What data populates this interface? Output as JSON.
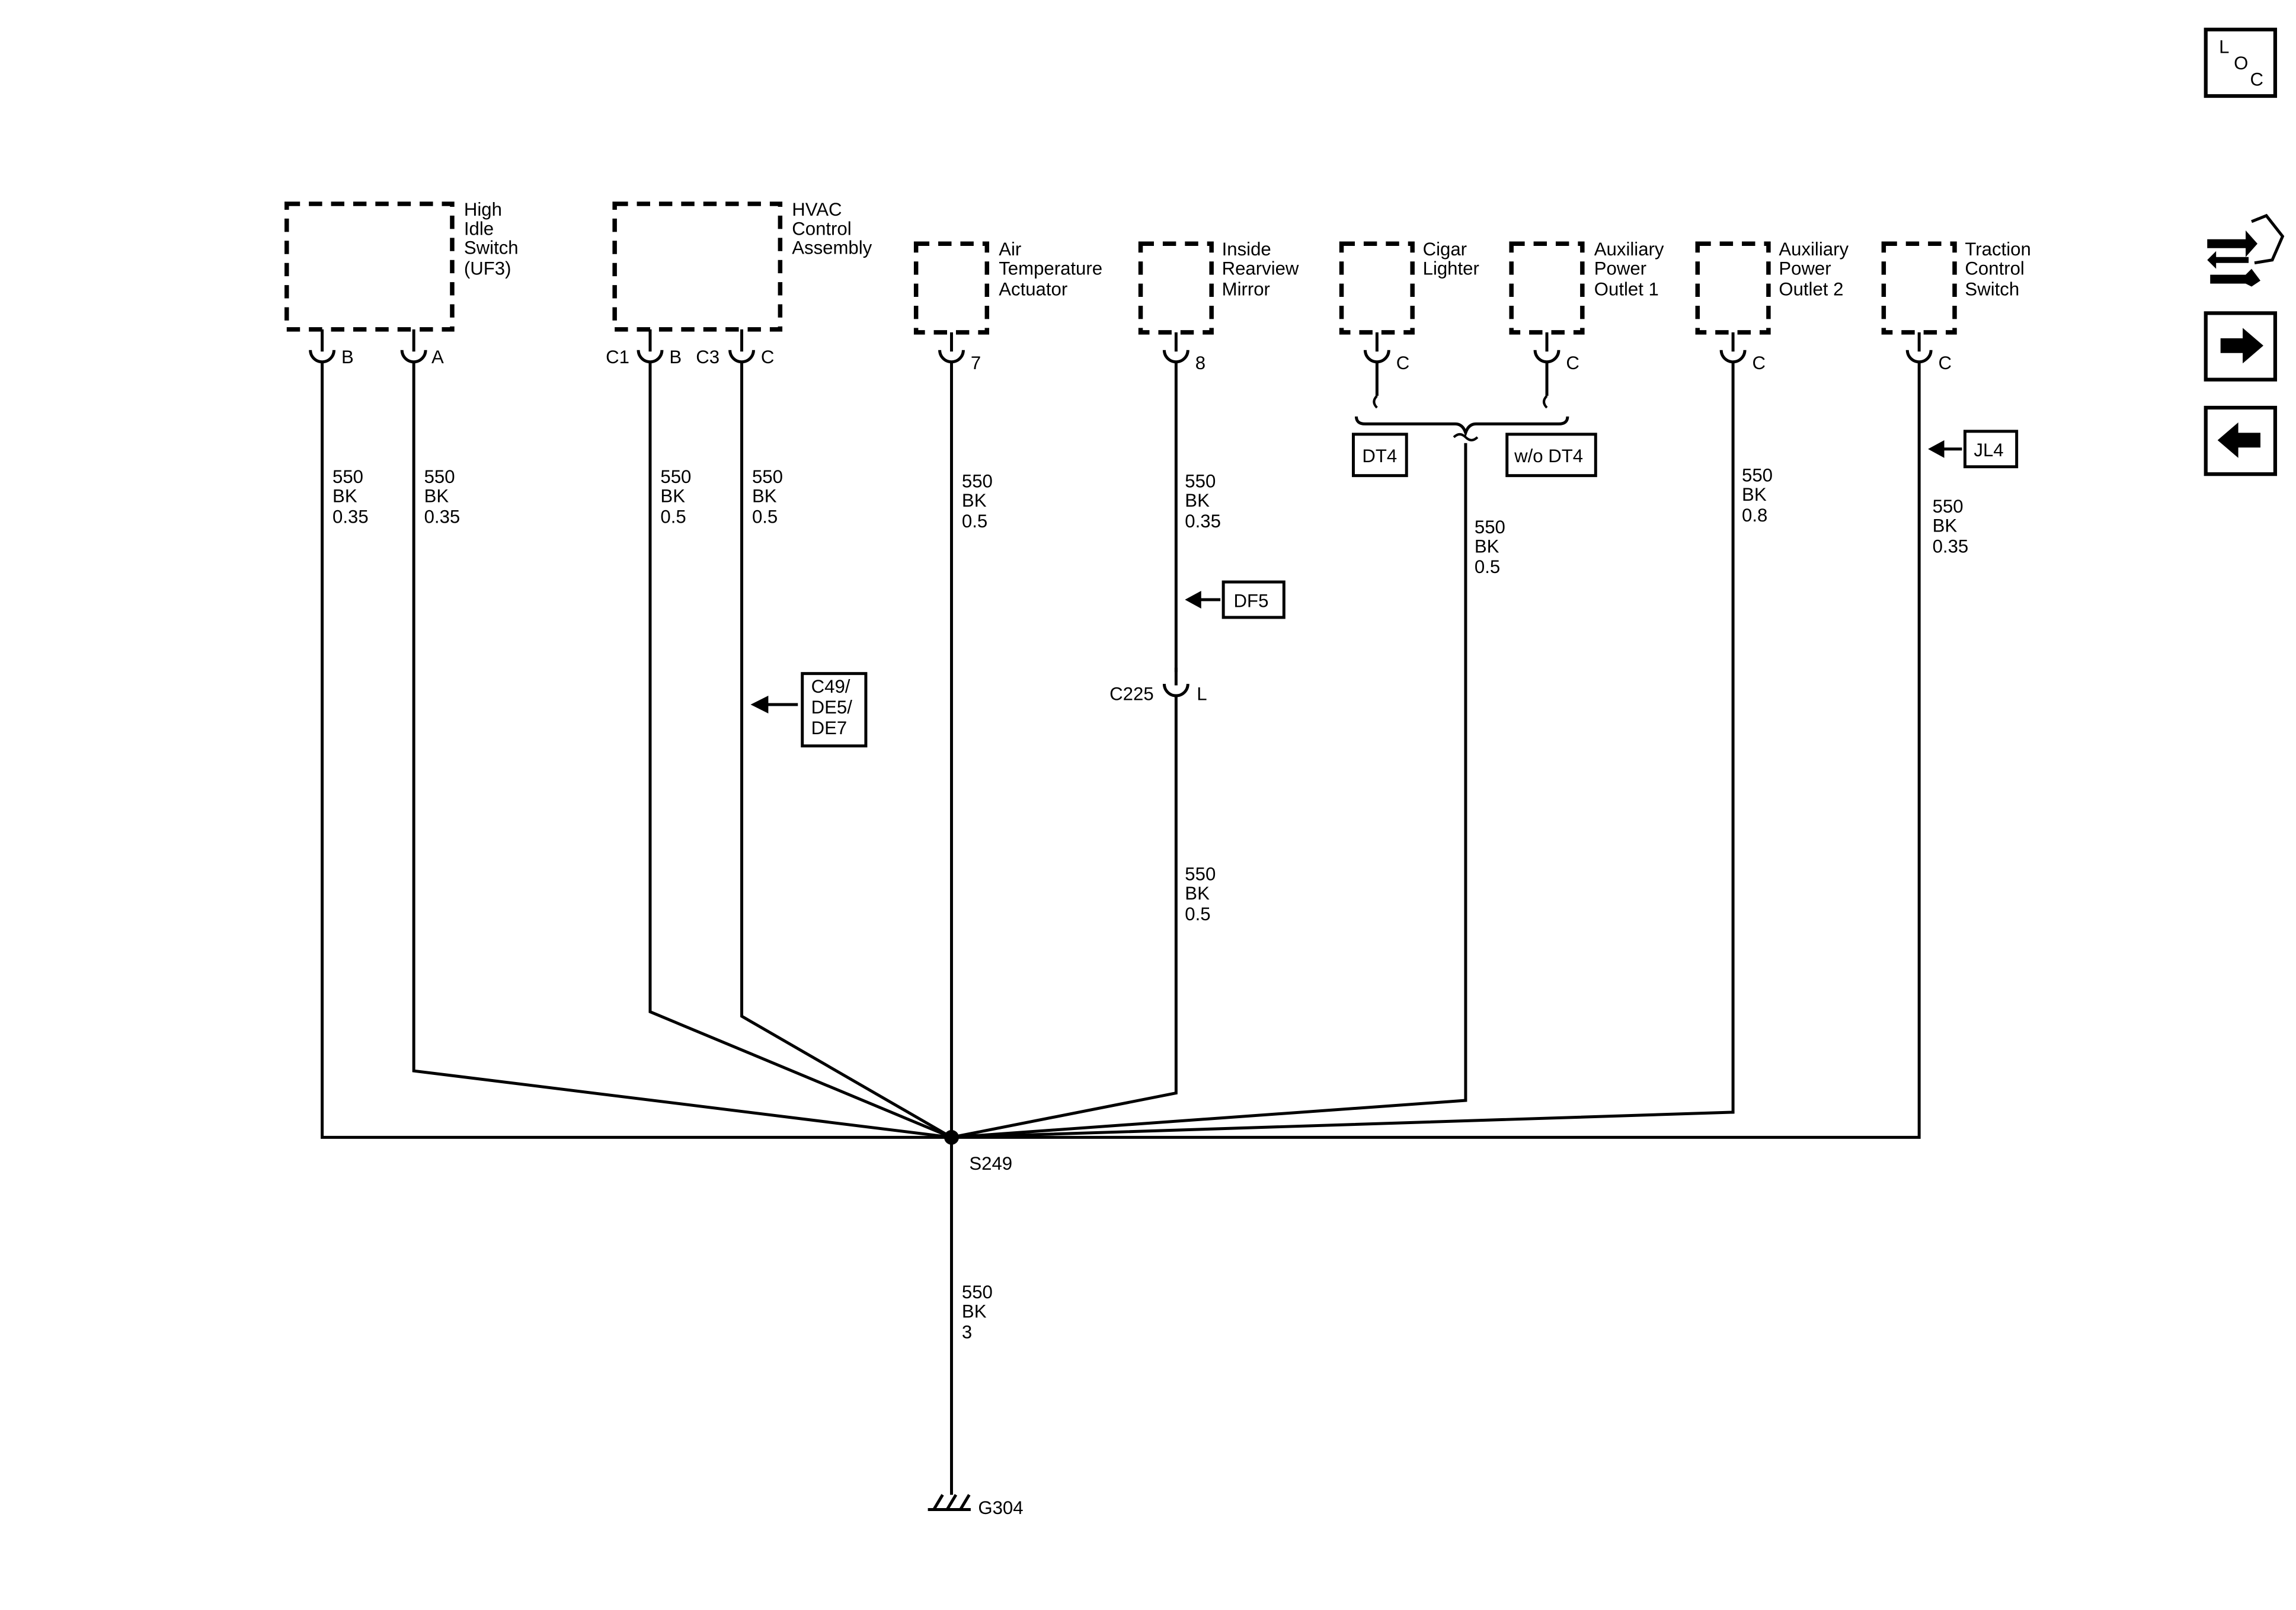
{
  "components": {
    "high_idle": [
      "High",
      "Idle",
      "Switch",
      "(UF3)"
    ],
    "hvac": [
      "HVAC",
      "Control",
      "Assembly"
    ],
    "air_temp": [
      "Air",
      "Temperature",
      "Actuator"
    ],
    "mirror": [
      "Inside",
      "Rearview",
      "Mirror"
    ],
    "cigar": [
      "Cigar",
      "Lighter"
    ],
    "aux1": [
      "Auxiliary",
      "Power",
      "Outlet 1"
    ],
    "aux2": [
      "Auxiliary",
      "Power",
      "Outlet 2"
    ],
    "traction": [
      "Traction",
      "Control",
      "Switch"
    ]
  },
  "pins": {
    "high_idle_b": "B",
    "high_idle_a": "A",
    "hvac_c1": "C1",
    "hvac_b": "B",
    "hvac_c3": "C3",
    "hvac_c": "C",
    "air_temp": "7",
    "mirror": "8",
    "cigar": "C",
    "aux1": "C",
    "aux2": "C",
    "traction": "C"
  },
  "wires": {
    "w1": [
      "550",
      "BK",
      "0.35"
    ],
    "w2": [
      "550",
      "BK",
      "0.35"
    ],
    "w3": [
      "550",
      "BK",
      "0.5"
    ],
    "w4": [
      "550",
      "BK",
      "0.5"
    ],
    "w5": [
      "550",
      "BK",
      "0.5"
    ],
    "w6": [
      "550",
      "BK",
      "0.35"
    ],
    "w6b": [
      "550",
      "BK",
      "0.5"
    ],
    "w7": [
      "550",
      "BK",
      "0.5"
    ],
    "w8": [
      "550",
      "BK",
      "0.8"
    ],
    "w9": [
      "550",
      "BK",
      "0.35"
    ],
    "ground": [
      "550",
      "BK",
      "3"
    ]
  },
  "options": {
    "c49": [
      "C49/",
      "DE5/",
      "DE7"
    ],
    "df5": "DF5",
    "dt4": "DT4",
    "wo_dt4": "w/o DT4",
    "jl4": "JL4"
  },
  "connector": {
    "name": "C225",
    "pin": "L"
  },
  "splice": "S249",
  "ground": "G304",
  "nav": {
    "loc": [
      "L",
      "O",
      "C"
    ],
    "icons": [
      "connector-wrench-icon",
      "arrow-right-icon",
      "arrow-left-icon"
    ]
  }
}
